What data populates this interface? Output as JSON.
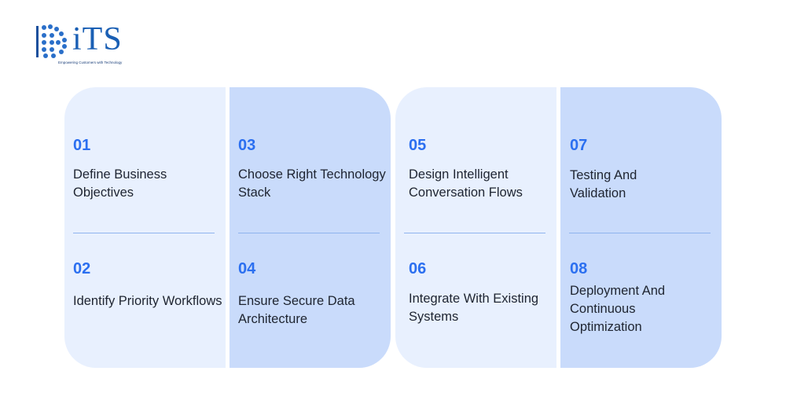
{
  "logo": {
    "text": "iTS",
    "tagline": "Empowering Customers with Technology",
    "color": "#1a5fb4"
  },
  "colors": {
    "accent": "#2b6ff0",
    "light_panel": "#e8f0fe",
    "dark_panel": "#c9dbfb"
  },
  "steps": [
    {
      "num": "01",
      "title": "Define Business Objectives"
    },
    {
      "num": "02",
      "title": "Identify Priority Workflows"
    },
    {
      "num": "03",
      "title": "Choose Right Technology Stack"
    },
    {
      "num": "04",
      "title": "Ensure Secure Data Architecture"
    },
    {
      "num": "05",
      "title": "Design Intelligent Conversation Flows"
    },
    {
      "num": "06",
      "title": "Integrate With Existing Systems"
    },
    {
      "num": "07",
      "title": "Testing And Validation"
    },
    {
      "num": "08",
      "title": "Deployment And Continuous Optimization"
    }
  ]
}
